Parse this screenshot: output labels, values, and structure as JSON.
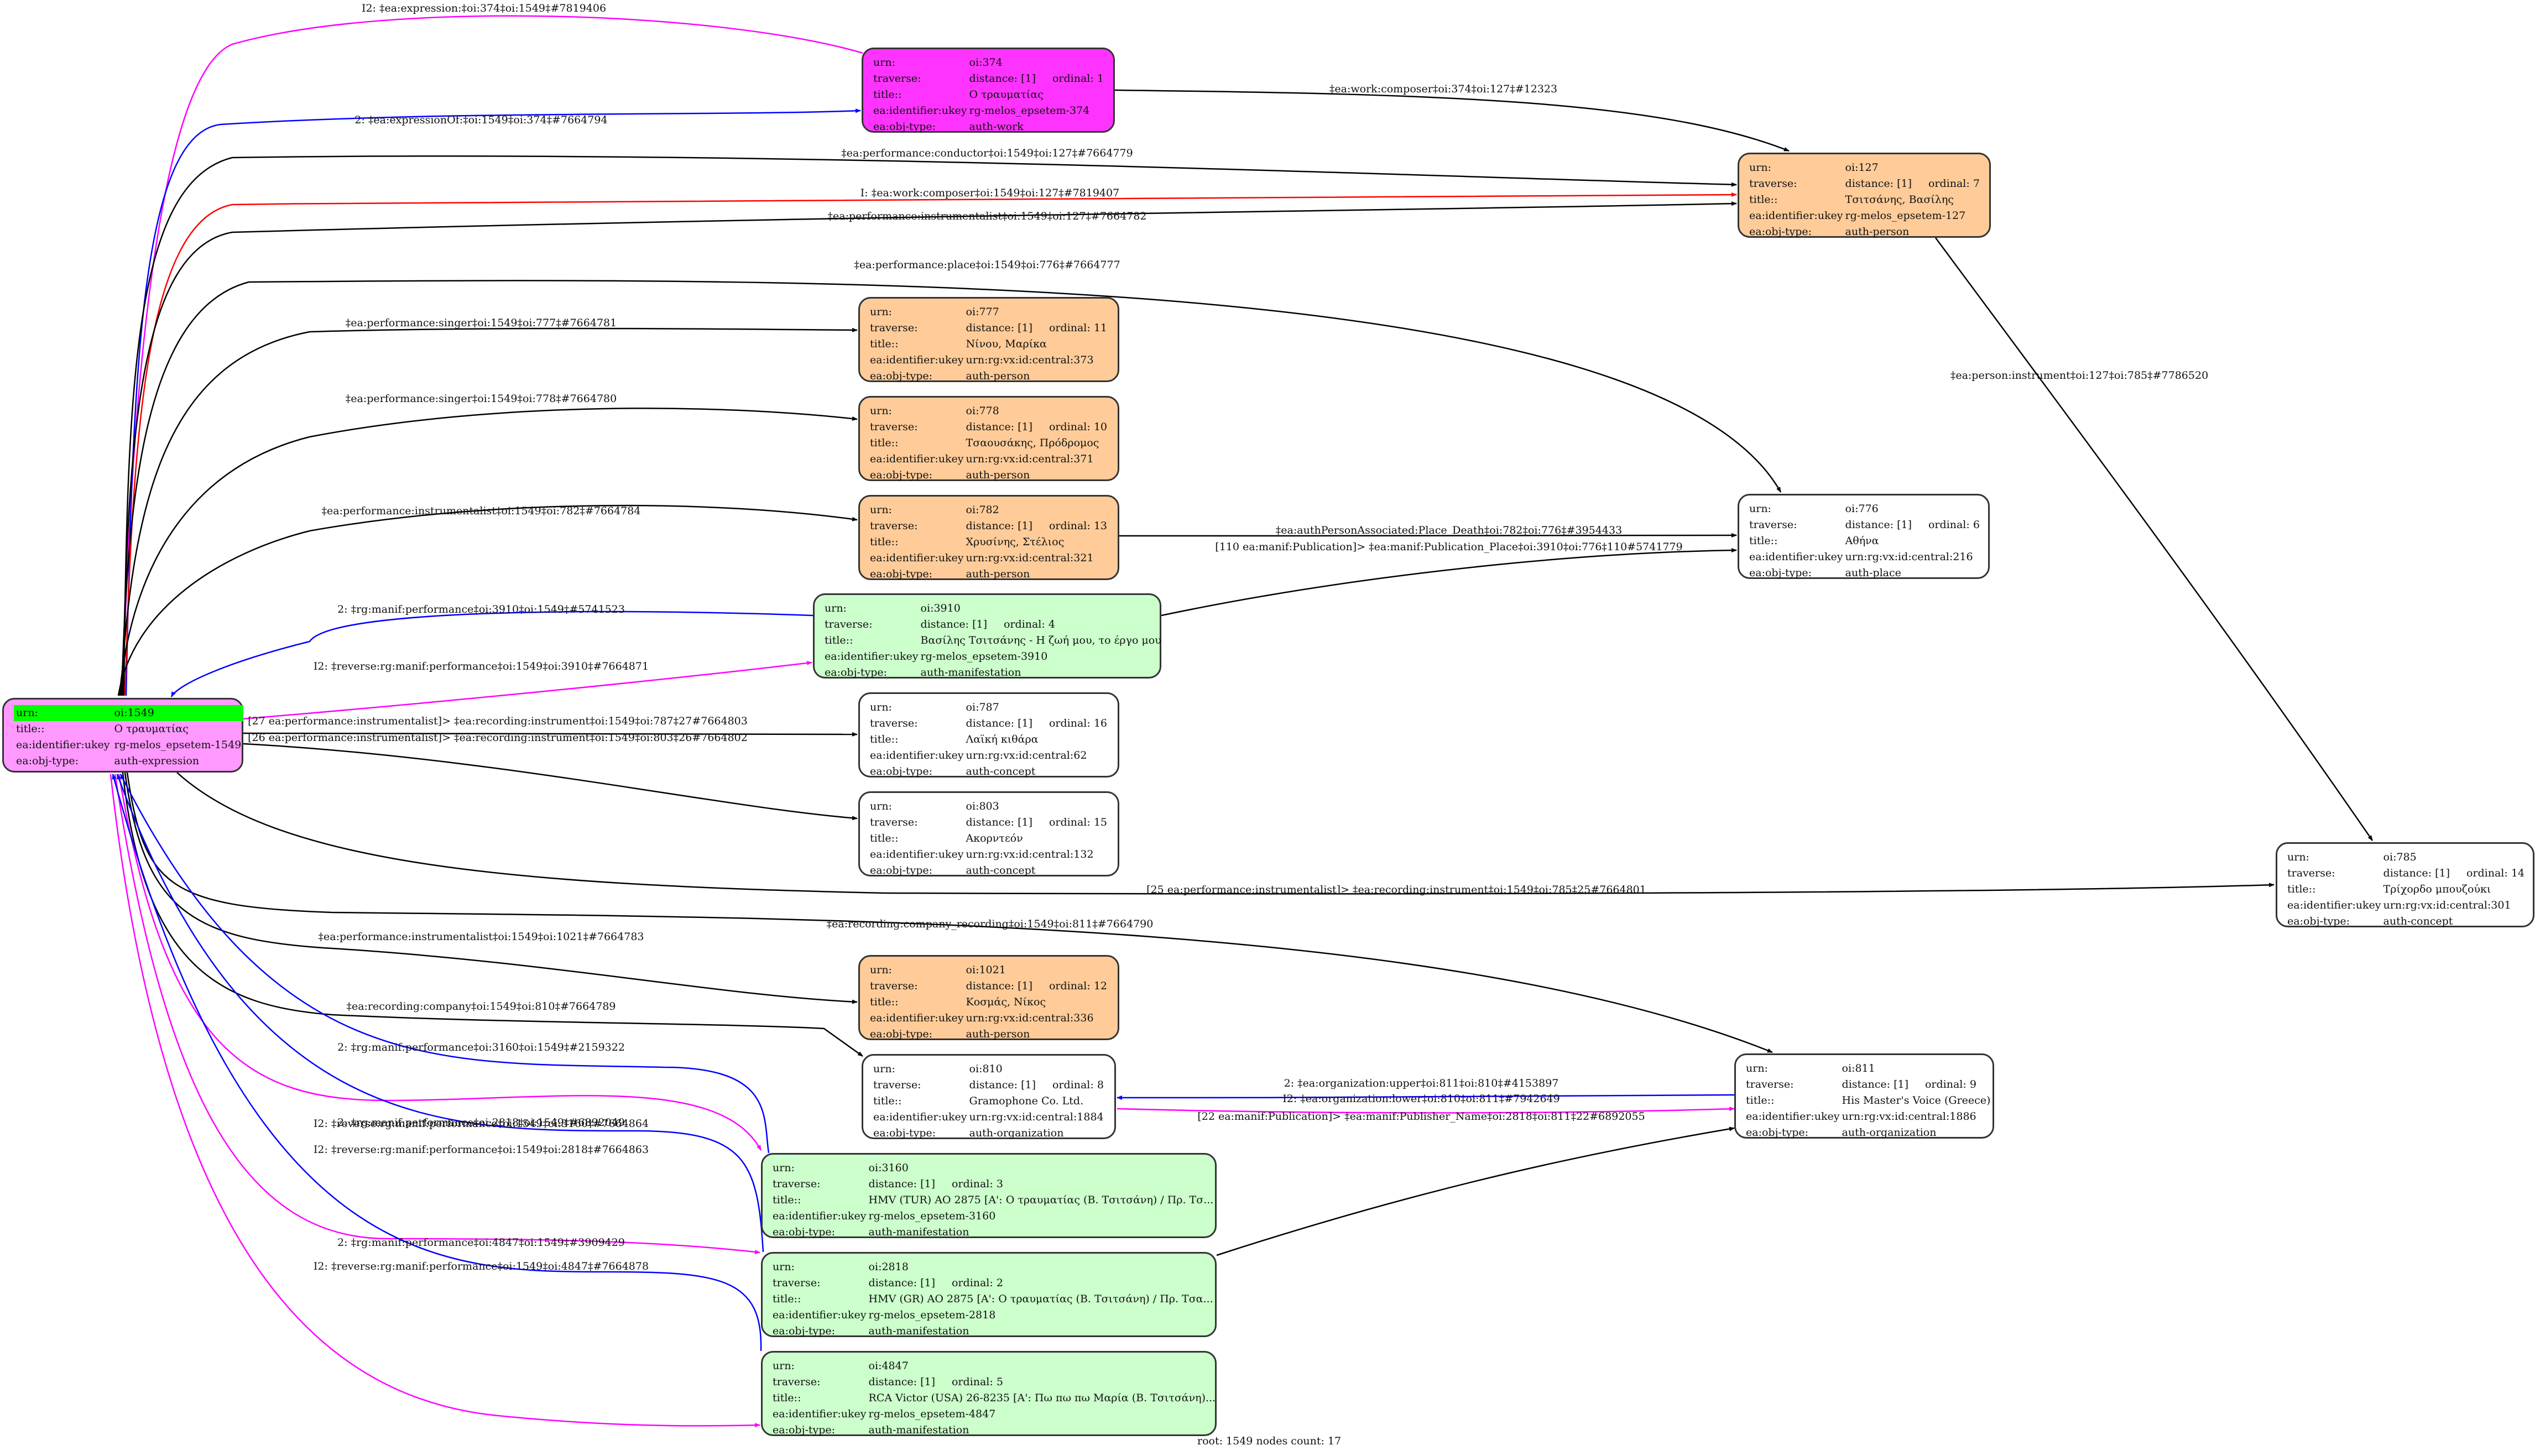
{
  "colors": {
    "expression": "#ff99ff",
    "work": "#ff33ff",
    "person": "#ffcc99",
    "manifestation": "#ccffcc",
    "plain": "#ffffff",
    "highlight": "#00ff00",
    "edge_default": "#000000",
    "edge_inverse": "#0000ff",
    "edge_reverse": "#ff00ff",
    "edge_composer": "#ff0000"
  },
  "labels": {
    "urn": "urn:",
    "traverse": "traverse:",
    "title": "title::",
    "ukey": "ea:identifier:ukey",
    "objtype": "ea:obj-type:"
  },
  "nodes": {
    "n1549": {
      "urn": "oi:1549",
      "title": "Ο τραυματίας",
      "ukey": "rg-melos_epsetem-1549",
      "objtype": "auth-expression"
    },
    "n374": {
      "urn": "oi:374",
      "distance": "distance: [1]",
      "ordinal": "ordinal: 1",
      "title": "Ο τραυματίας",
      "ukey": "rg-melos_epsetem-374",
      "objtype": "auth-work"
    },
    "n127": {
      "urn": "oi:127",
      "distance": "distance: [1]",
      "ordinal": "ordinal: 7",
      "title": "Τσιτσάνης, Βασίλης",
      "ukey": "rg-melos_epsetem-127",
      "objtype": "auth-person"
    },
    "n777": {
      "urn": "oi:777",
      "distance": "distance: [1]",
      "ordinal": "ordinal: 11",
      "title": "Νίνου, Μαρίκα",
      "ukey": "urn:rg:vx:id:central:373",
      "objtype": "auth-person"
    },
    "n778": {
      "urn": "oi:778",
      "distance": "distance: [1]",
      "ordinal": "ordinal: 10",
      "title": "Τσαουσάκης, Πρόδρομος",
      "ukey": "urn:rg:vx:id:central:371",
      "objtype": "auth-person"
    },
    "n782": {
      "urn": "oi:782",
      "distance": "distance: [1]",
      "ordinal": "ordinal: 13",
      "title": "Χρυσίνης, Στέλιος",
      "ukey": "urn:rg:vx:id:central:321",
      "objtype": "auth-person"
    },
    "n776": {
      "urn": "oi:776",
      "distance": "distance: [1]",
      "ordinal": "ordinal: 6",
      "title": "Αθήνα",
      "ukey": "urn:rg:vx:id:central:216",
      "objtype": "auth-place"
    },
    "n3910": {
      "urn": "oi:3910",
      "distance": "distance: [1]",
      "ordinal": "ordinal: 4",
      "title": "Βασίλης Τσιτσάνης - Η ζωή μου, το έργο μου",
      "ukey": "rg-melos_epsetem-3910",
      "objtype": "auth-manifestation"
    },
    "n787": {
      "urn": "oi:787",
      "distance": "distance: [1]",
      "ordinal": "ordinal: 16",
      "title": "Λαϊκή κιθάρα",
      "ukey": "urn:rg:vx:id:central:62",
      "objtype": "auth-concept"
    },
    "n803": {
      "urn": "oi:803",
      "distance": "distance: [1]",
      "ordinal": "ordinal: 15",
      "title": "Ακορντεόν",
      "ukey": "urn:rg:vx:id:central:132",
      "objtype": "auth-concept"
    },
    "n785": {
      "urn": "oi:785",
      "distance": "distance: [1]",
      "ordinal": "ordinal: 14",
      "title": "Τρίχορδο μπουζούκι",
      "ukey": "urn:rg:vx:id:central:301",
      "objtype": "auth-concept"
    },
    "n1021": {
      "urn": "oi:1021",
      "distance": "distance: [1]",
      "ordinal": "ordinal: 12",
      "title": "Κοσμάς, Νίκος",
      "ukey": "urn:rg:vx:id:central:336",
      "objtype": "auth-person"
    },
    "n810": {
      "urn": "oi:810",
      "distance": "distance: [1]",
      "ordinal": "ordinal: 8",
      "title": "Gramophone Co. Ltd.",
      "ukey": "urn:rg:vx:id:central:1884",
      "objtype": "auth-organization"
    },
    "n811": {
      "urn": "oi:811",
      "distance": "distance: [1]",
      "ordinal": "ordinal: 9",
      "title": "His Master's Voice (Greece)",
      "ukey": "urn:rg:vx:id:central:1886",
      "objtype": "auth-organization"
    },
    "n3160": {
      "urn": "oi:3160",
      "distance": "distance: [1]",
      "ordinal": "ordinal: 3",
      "title": "HMV (TUR) AO 2875 [A': Ο τραυματίας (Β. Τσιτσάνη) / Πρ. Τσ...",
      "ukey": "rg-melos_epsetem-3160",
      "objtype": "auth-manifestation"
    },
    "n2818": {
      "urn": "oi:2818",
      "distance": "distance: [1]",
      "ordinal": "ordinal: 2",
      "title": "HMV (GR) AO 2875 [A': Ο τραυματίας (Β. Τσιτσάνη) / Πρ. Τσα...",
      "ukey": "rg-melos_epsetem-2818",
      "objtype": "auth-manifestation"
    },
    "n4847": {
      "urn": "oi:4847",
      "distance": "distance: [1]",
      "ordinal": "ordinal: 5",
      "title": "RCA Victor (USA) 26-8235 [A': Πω πω πω Μαρία (Β. Τσιτσάνη)...",
      "ukey": "rg-melos_epsetem-4847",
      "objtype": "auth-manifestation"
    }
  },
  "edges": [
    {
      "id": "e1",
      "label": "I2: ‡ea:expression:‡oi:374‡oi:1549‡#7819406",
      "color": "reverse"
    },
    {
      "id": "e2",
      "label": "2: ‡ea:expressionOf:‡oi:1549‡oi:374‡#7664794",
      "color": "inverse"
    },
    {
      "id": "e3",
      "label": "‡ea:work:composer‡oi:374‡oi:127‡#12323",
      "color": "default"
    },
    {
      "id": "e4",
      "label": "‡ea:performance:conductor‡oi:1549‡oi:127‡#7664779",
      "color": "default"
    },
    {
      "id": "e5",
      "label": "I: ‡ea:work:composer‡oi:1549‡oi:127‡#7819407",
      "color": "composer"
    },
    {
      "id": "e6",
      "label": "‡ea:performance:instrumentalist‡oi:1549‡oi:127‡#7664782",
      "color": "default"
    },
    {
      "id": "e7",
      "label": "‡ea:performance:place‡oi:1549‡oi:776‡#7664777",
      "color": "default"
    },
    {
      "id": "e8",
      "label": "‡ea:performance:singer‡oi:1549‡oi:777‡#7664781",
      "color": "default"
    },
    {
      "id": "e9",
      "label": "‡ea:performance:singer‡oi:1549‡oi:778‡#7664780",
      "color": "default"
    },
    {
      "id": "e10",
      "label": "‡ea:performance:instrumentalist‡oi:1549‡oi:782‡#7664784",
      "color": "default"
    },
    {
      "id": "e11",
      "label": "‡ea:person:instrument‡oi:127‡oi:785‡#7786520",
      "color": "default"
    },
    {
      "id": "e12",
      "label": "‡ea:authPersonAssociated:Place_Death‡oi:782‡oi:776‡#3954433",
      "color": "default"
    },
    {
      "id": "e13",
      "label": "[110 ea:manif:Publication]> ‡ea:manif:Publication_Place‡oi:3910‡oi:776‡110#5741779",
      "color": "default"
    },
    {
      "id": "e14",
      "label": "2: ‡rg:manif:performance‡oi:3910‡oi:1549‡#5741523",
      "color": "inverse"
    },
    {
      "id": "e15",
      "label": "I2: ‡reverse:rg:manif:performance‡oi:1549‡oi:3910‡#7664871",
      "color": "reverse"
    },
    {
      "id": "e16",
      "label": "[27 ea:performance:instrumentalist]> ‡ea:recording:instrument‡oi:1549‡oi:787‡27#7664803",
      "color": "default"
    },
    {
      "id": "e17",
      "label": "[26 ea:performance:instrumentalist]> ‡ea:recording:instrument‡oi:1549‡oi:803‡26#7664802",
      "color": "default"
    },
    {
      "id": "e18",
      "label": "[25 ea:performance:instrumentalist]> ‡ea:recording:instrument‡oi:1549‡oi:785‡25#7664801",
      "color": "default"
    },
    {
      "id": "e19",
      "label": "‡ea:recording:company_recording‡oi:1549‡oi:811‡#7664790",
      "color": "default"
    },
    {
      "id": "e20",
      "label": "‡ea:performance:instrumentalist‡oi:1549‡oi:1021‡#7664783",
      "color": "default"
    },
    {
      "id": "e21",
      "label": "‡ea:recording:company‡oi:1549‡oi:810‡#7664789",
      "color": "default"
    },
    {
      "id": "e22",
      "label": "2: ‡ea:organization:upper‡oi:811‡oi:810‡#4153897",
      "color": "inverse"
    },
    {
      "id": "e23",
      "label": "I2: ‡ea:organization:lower‡oi:810‡oi:811‡#7942649",
      "color": "reverse"
    },
    {
      "id": "e24",
      "label": "[22 ea:manif:Publication]> ‡ea:manif:Publisher_Name‡oi:2818‡oi:811‡22#6892055",
      "color": "default"
    },
    {
      "id": "e25",
      "label": "2: ‡rg:manif:performance‡oi:3160‡oi:1549‡#2159322",
      "color": "inverse"
    },
    {
      "id": "e26",
      "label": "I2: ‡reverse:rg:manif:performance‡oi:1549‡oi:3160‡#7664864",
      "color": "reverse"
    },
    {
      "id": "e27",
      "label": "2: ‡rg:manif:performance‡oi:2818‡oi:1549‡#6892049",
      "color": "inverse"
    },
    {
      "id": "e28",
      "label": "I2: ‡reverse:rg:manif:performance‡oi:1549‡oi:2818‡#7664863",
      "color": "reverse"
    },
    {
      "id": "e29",
      "label": "2: ‡rg:manif:performance‡oi:4847‡oi:1549‡#3909429",
      "color": "inverse"
    },
    {
      "id": "e30",
      "label": "I2: ‡reverse:rg:manif:performance‡oi:1549‡oi:4847‡#7664878",
      "color": "reverse"
    }
  ],
  "footer": "root: 1549 nodes count: 17"
}
